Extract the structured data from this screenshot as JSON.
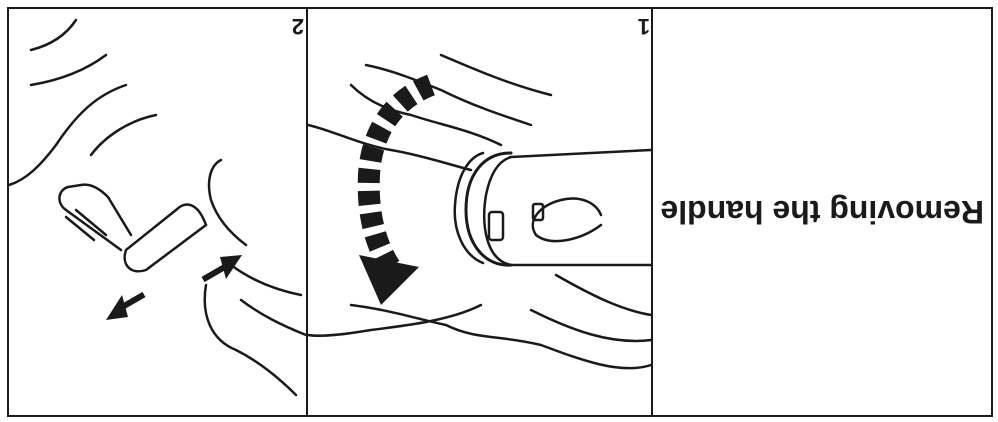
{
  "heading": "Removing the handle",
  "steps": [
    {
      "number": "1",
      "illustration": "twist-handle-illustration"
    },
    {
      "number": "2",
      "illustration": "pull-apart-illustration"
    }
  ],
  "colors": {
    "ink": "#1a1a1a",
    "background": "#ffffff",
    "ring": "#c9c9c9"
  }
}
